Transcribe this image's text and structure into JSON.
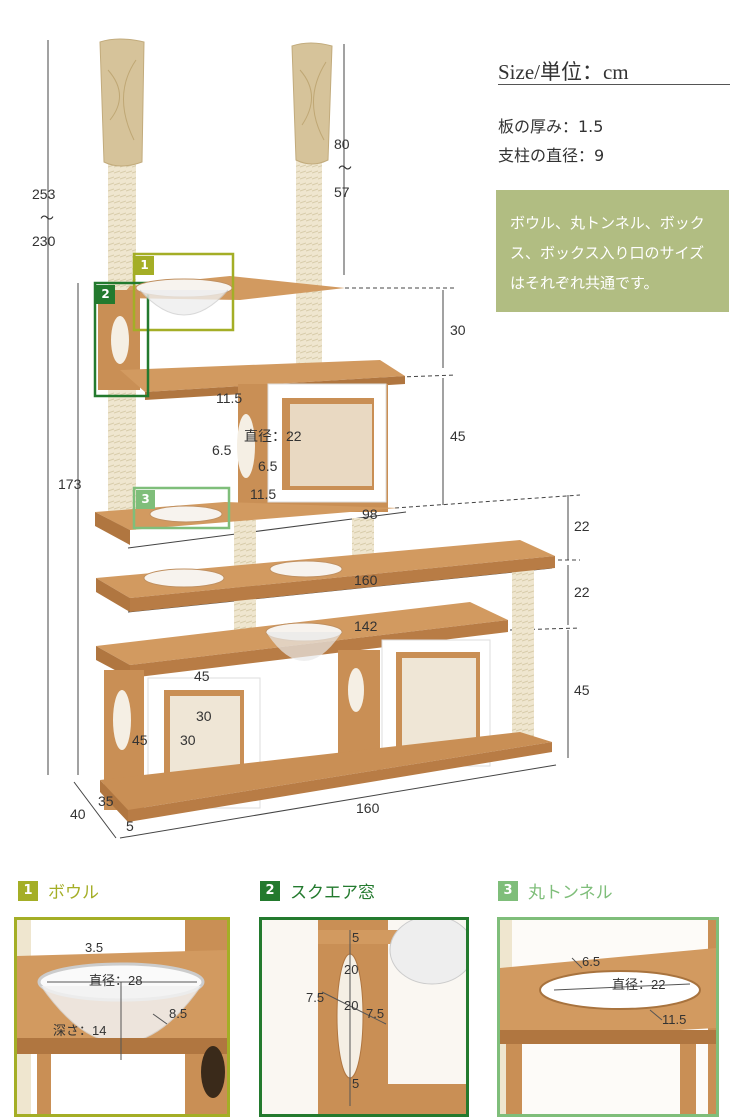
{
  "header": {
    "size_title": "Size/単位：cm",
    "spec_board_thickness": "板の厚み：1.5",
    "spec_pole_diameter": "支柱の直径：9",
    "note": "ボウル、丸トンネル、ボックス、ボックス入り口のサイズはそれぞれ共通です。"
  },
  "main_dimensions": {
    "height_max": "253",
    "height_min": "230",
    "tilde": "～",
    "top_pole_max": "80",
    "top_pole_min": "57",
    "frame_height": "173",
    "level_30": "30",
    "level_45_upper": "45",
    "level_22_a": "22",
    "level_22_b": "22",
    "level_45_lower": "45",
    "box_11_5_top": "11.5",
    "box_6_5_left": "6.5",
    "box_diameter": "直径：22",
    "box_6_5_right": "6.5",
    "box_11_5_bottom": "11.5",
    "width_98": "98",
    "width_160_mid": "160",
    "width_142": "142",
    "width_160_bottom": "160",
    "box_45_width": "45",
    "box_30_a": "30",
    "box_45_height": "45",
    "box_30_b": "30",
    "depth_40": "40",
    "depth_35": "35",
    "depth_5": "5"
  },
  "detail_tags": {
    "tag1": "1",
    "tag2": "2",
    "tag3": "3"
  },
  "details": [
    {
      "number": "1",
      "title": "ボウル",
      "color": "#a4ae26",
      "dims": {
        "rim": "3.5",
        "diameter": "直径：28",
        "offset": "8.5",
        "depth": "深さ：14"
      }
    },
    {
      "number": "2",
      "title": "スクエア窓",
      "color": "#237a2e",
      "dims": {
        "top": "5",
        "upper": "20",
        "left": "7.5",
        "lower": "20",
        "right": "7.5",
        "bottom": "5"
      }
    },
    {
      "number": "3",
      "title": "丸トンネル",
      "color": "#7fbe7a",
      "dims": {
        "margin": "6.5",
        "diameter": "直径：22",
        "edge": "11.5"
      }
    }
  ],
  "colors": {
    "wood": "#c98f55",
    "wood_dark": "#b07640",
    "wood_light": "#dfae78",
    "sisal": "#efe6cf",
    "plush": "#d6c39a",
    "note_bg": "#b1bd82"
  }
}
